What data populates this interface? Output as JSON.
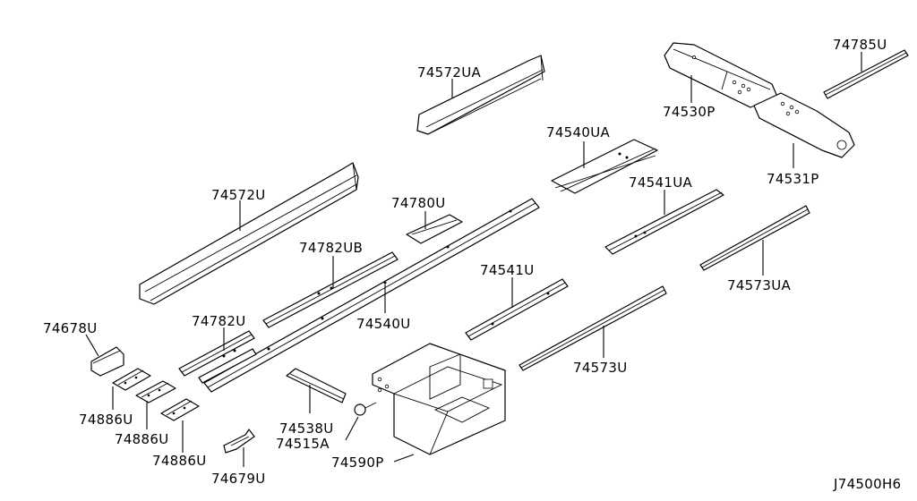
{
  "diagram": {
    "code": "J74500H6",
    "callouts": {
      "p74785U": "74785U",
      "p74530P": "74530P",
      "p74531P": "74531P",
      "p74572UA": "74572UA",
      "p74540UA": "74540UA",
      "p74541UA": "74541UA",
      "p74573UA": "74573UA",
      "p74572U": "74572U",
      "p74780U": "74780U",
      "p74782UB": "74782UB",
      "p74540U": "74540U",
      "p74541U": "74541U",
      "p74573U": "74573U",
      "p74678U": "74678U",
      "p74782U": "74782U",
      "p74886U_a": "74886U",
      "p74886U_b": "74886U",
      "p74886U_c": "74886U",
      "p74538U": "74538U",
      "p74515A": "74515A",
      "p74590P": "74590P",
      "p74679U": "74679U"
    }
  }
}
